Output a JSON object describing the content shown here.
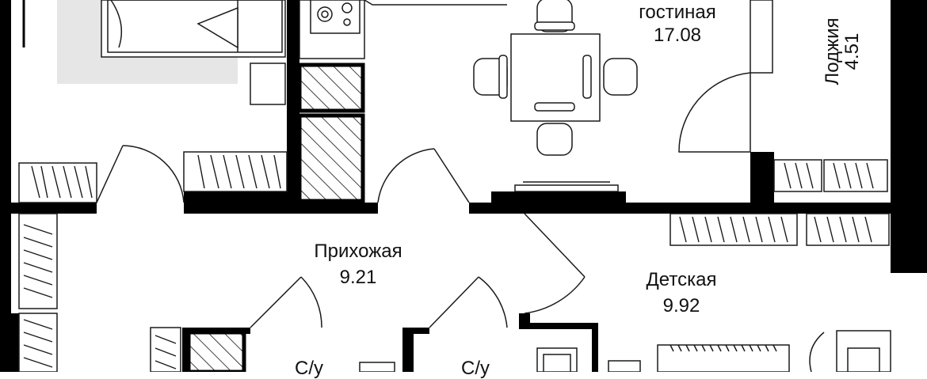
{
  "rooms": {
    "living": {
      "name": "гостиная",
      "area": "17.08"
    },
    "loggia": {
      "name": "Лоджия",
      "area": "4.51"
    },
    "hall": {
      "name": "Прихожая",
      "area": "9.21"
    },
    "kids": {
      "name": "Детская",
      "area": "9.92"
    },
    "bath1": {
      "name": "С/у"
    },
    "bath2": {
      "name": "С/у"
    }
  },
  "colors": {
    "wall": "#000000",
    "line": "#1a1a1a",
    "furniture_fill": "#e6e6e6",
    "background": "#ffffff"
  }
}
